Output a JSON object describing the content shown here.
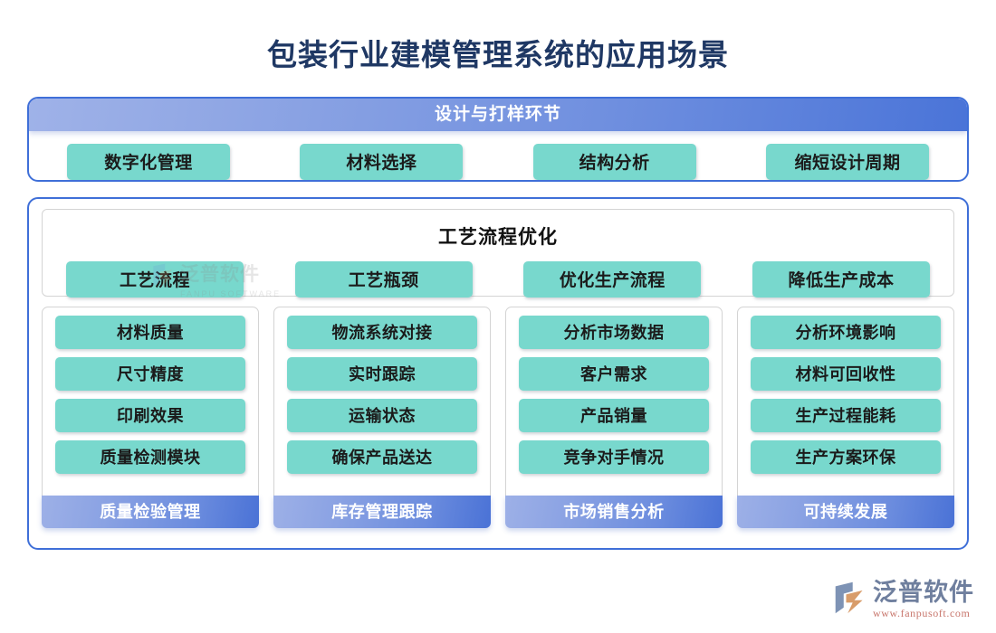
{
  "page": {
    "title": "包装行业建模管理系统的应用场景",
    "background_color": "#ffffff",
    "title_color": "#1f3864",
    "accent_blue": "#3f6fd8",
    "pill_teal": "#78d8cd",
    "band_gradient_from": "#9fb2e8",
    "band_gradient_to": "#4a74d8"
  },
  "sections": {
    "design": {
      "band_label": "设计与打样环节",
      "items": [
        {
          "label": "数字化管理"
        },
        {
          "label": "材料选择"
        },
        {
          "label": "结构分析"
        },
        {
          "label": "缩短设计周期"
        }
      ]
    },
    "process_optimization": {
      "title": "工艺流程优化",
      "items": [
        {
          "label": "工艺流程"
        },
        {
          "label": "工艺瓶颈"
        },
        {
          "label": "优化生产流程"
        },
        {
          "label": "降低生产成本"
        }
      ]
    },
    "columns": [
      {
        "footer": "质量检验管理",
        "items": [
          {
            "label": "材料质量"
          },
          {
            "label": "尺寸精度"
          },
          {
            "label": "印刷效果"
          },
          {
            "label": "质量检测模块"
          }
        ]
      },
      {
        "footer": "库存管理跟踪",
        "items": [
          {
            "label": "物流系统对接"
          },
          {
            "label": "实时跟踪"
          },
          {
            "label": "运输状态"
          },
          {
            "label": "确保产品送达"
          }
        ]
      },
      {
        "footer": "市场销售分析",
        "items": [
          {
            "label": "分析市场数据"
          },
          {
            "label": "客户需求"
          },
          {
            "label": "产品销量"
          },
          {
            "label": "竞争对手情况"
          }
        ]
      },
      {
        "footer": "可持续发展",
        "items": [
          {
            "label": "分析环境影响"
          },
          {
            "label": "材料可回收性"
          },
          {
            "label": "生产过程能耗"
          },
          {
            "label": "生产方案环保"
          }
        ]
      }
    ]
  },
  "watermark": {
    "name_cn": "泛普软件",
    "name_en": "FANPU SOFTWARE"
  },
  "brand": {
    "name_cn": "泛普软件",
    "url": "www.fanpusoft.com",
    "name_color": "#6f7f9e",
    "url_color": "#c8766c"
  }
}
